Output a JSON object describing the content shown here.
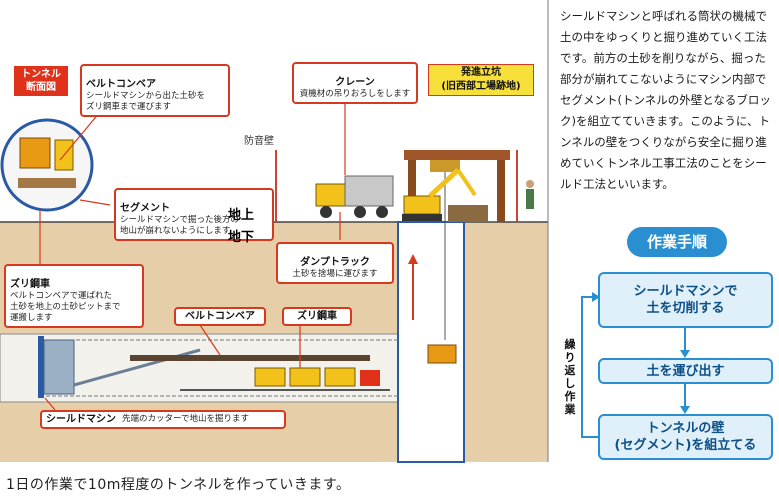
{
  "section_tag": "トンネル\n断面図",
  "labels": {
    "belt_conveyor_top": {
      "title": "ベルトコンベア",
      "body": "シールドマシンから出た土砂を\nズリ鋼車まで運びます"
    },
    "segment": {
      "title": "セグメント",
      "body": "シールドマシンで掘った後方の\n地山が崩れないようにします"
    },
    "zuri_car_left": {
      "title": "ズリ鋼車",
      "body": "ベルトコンベアで運ばれた\n土砂を地上の土砂ピットまで\n運搬します"
    },
    "crane": {
      "title": "クレーン",
      "body": "資機材の吊りおろしをします"
    },
    "dump_truck": {
      "title": "ダンプトラック",
      "body": "土砂を捨場に運びます"
    },
    "belt_conveyor_tunnel": {
      "title": "ベルトコンベア"
    },
    "zuri_car_tunnel": {
      "title": "ズリ鋼車"
    },
    "shield_machine": {
      "title": "シールドマシン",
      "body": "先端のカッターで地山を掘ります"
    }
  },
  "shaft_label": "発進立坑\n(旧西部工場跡地)",
  "noise_wall": "防音壁",
  "ground_above": "地上",
  "ground_below": "地下",
  "description": "シールドマシンと呼ばれる筒状の機械で土の中をゆっくりと掘り進めていく工法です。前方の土砂を削りながら、掘った部分が崩れてこないようにマシン内部でセグメント(トンネルの外壁となるブロック)を組立てていきます。このように、トンネルの壁をつくりながら安全に掘り進めていくトンネル工事工法のことをシールド工法といいます。",
  "procedure": {
    "title": "作業手順",
    "repeat": "繰り返し作業",
    "steps": [
      "シールドマシンで\n土を切削する",
      "土を運び出す",
      "トンネルの壁\n(セグメント)を組立てる"
    ]
  },
  "caption": "1日の作業で10m程度のトンネルを作っていきます。",
  "colors": {
    "soil": "#e6cfa8",
    "tunnel": "#f3f1ec",
    "accent_red": "#d63a1e",
    "blue": "#2a8fd0",
    "machine_yellow": "#f2c21b"
  }
}
